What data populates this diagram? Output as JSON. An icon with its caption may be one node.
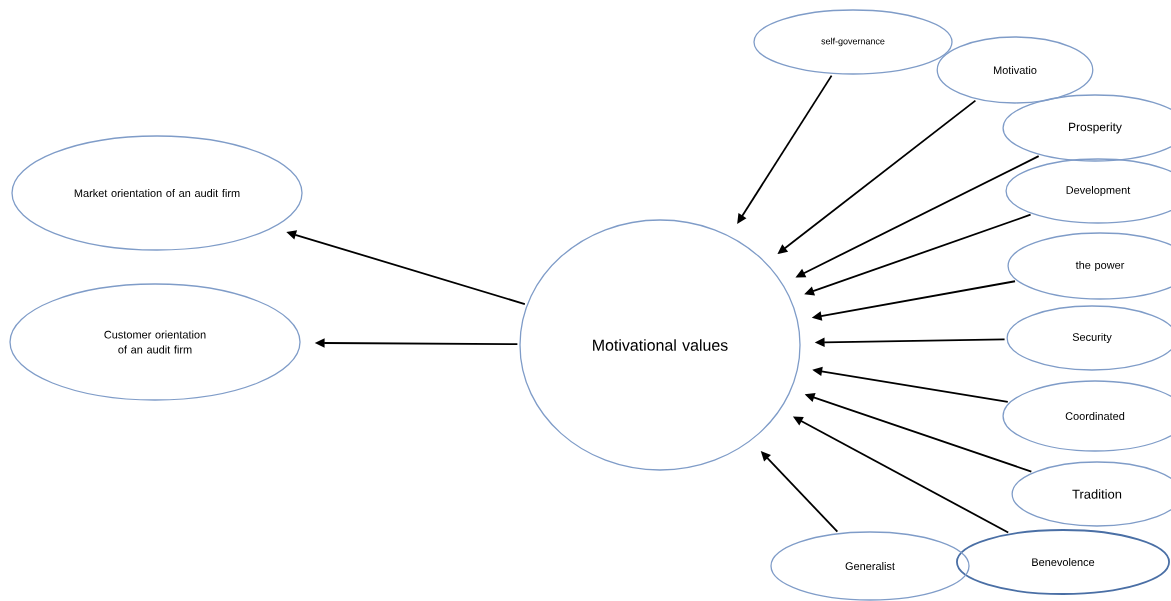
{
  "diagram": {
    "nodes": [
      {
        "text": [
          "Market orientation of an audit firm"
        ]
      },
      {
        "text": [
          "Customer orientation of an audit firm"
        ]
      },
      {
        "text": [
          "Motivational values"
        ]
      },
      {
        "text": [
          "self-governance"
        ]
      },
      {
        "text": [
          "Motivatio"
        ]
      },
      {
        "text": [
          "Prosperity"
        ]
      },
      {
        "text": [
          "Development"
        ]
      },
      {
        "text": [
          "the power"
        ]
      },
      {
        "text": [
          "Security"
        ]
      },
      {
        "text": [
          "Coordinated"
        ]
      },
      {
        "text": [
          "Tradition"
        ]
      },
      {
        "text": [
          "Benevolence"
        ]
      },
      {
        "text": [
          "Generalist"
        ]
      }
    ],
    "edges": [
      {
        "from": 2,
        "to": 0,
        "arrow": "to"
      },
      {
        "from": 2,
        "to": 1,
        "arrow": "to"
      },
      {
        "from": 3,
        "to": 2,
        "arrow": "to"
      },
      {
        "from": 4,
        "to": 2,
        "arrow": "to"
      },
      {
        "from": 5,
        "to": 2,
        "arrow": "to"
      },
      {
        "from": 6,
        "to": 2,
        "arrow": "to"
      },
      {
        "from": 7,
        "to": 2,
        "arrow": "to"
      },
      {
        "from": 8,
        "to": 2,
        "arrow": "to"
      },
      {
        "from": 9,
        "to": 2,
        "arrow": "to"
      },
      {
        "from": 10,
        "to": 2,
        "arrow": "to"
      },
      {
        "from": 11,
        "to": 2,
        "arrow": "to"
      },
      {
        "from": 12,
        "to": 2,
        "arrow": "to"
      }
    ]
  }
}
